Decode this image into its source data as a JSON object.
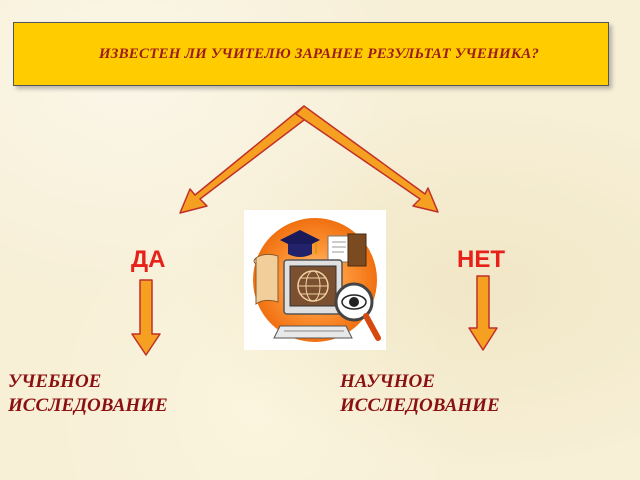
{
  "question": "ИЗВЕСТЕН ЛИ УЧИТЕЛЮ ЗАРАНЕЕ РЕЗУЛЬТАТ УЧЕНИКА?",
  "branches": {
    "yes": {
      "answer": "ДА",
      "result_line1": "УЧЕБНОЕ",
      "result_line2": "ИССЛЕДОВАНИЕ"
    },
    "no": {
      "answer": "НЕТ",
      "result_line1": "НАУЧНОЕ",
      "result_line2": "ИССЛЕДОВАНИЕ"
    }
  },
  "colors": {
    "title_bg": "#ffcc00",
    "title_text": "#9b1b1b",
    "answer_text": "#e8201a",
    "result_text": "#8b1010",
    "arrow_fill": "#f5a020",
    "arrow_stroke": "#c0302a"
  },
  "icons": {
    "center": "computer-education-clipart-icon"
  }
}
